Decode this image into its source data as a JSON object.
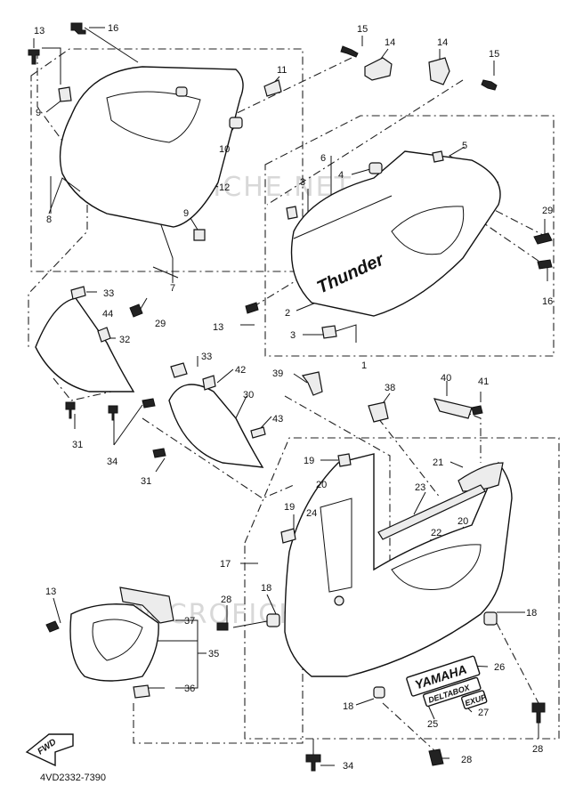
{
  "diagram": {
    "drawing_code": "4VD2332-7390",
    "fwd_label": "FWD",
    "watermark": "MICROFICHE.NET",
    "decals": {
      "yamaha": "YAMAHA",
      "deltabox": "DELTABOX",
      "exup": "EXUP",
      "thunder": "Thunder"
    },
    "callouts": [
      {
        "id": "c13a",
        "text": "13"
      },
      {
        "id": "c16a",
        "text": "16"
      },
      {
        "id": "c15a",
        "text": "15"
      },
      {
        "id": "c14a",
        "text": "14"
      },
      {
        "id": "c14b",
        "text": "14"
      },
      {
        "id": "c15b",
        "text": "15"
      },
      {
        "id": "c11",
        "text": "11"
      },
      {
        "id": "c9a",
        "text": "9"
      },
      {
        "id": "c10",
        "text": "10"
      },
      {
        "id": "c12",
        "text": "12"
      },
      {
        "id": "c9b",
        "text": "9"
      },
      {
        "id": "c8",
        "text": "8"
      },
      {
        "id": "c7",
        "text": "7"
      },
      {
        "id": "c5",
        "text": "5"
      },
      {
        "id": "c6",
        "text": "6"
      },
      {
        "id": "c4",
        "text": "4"
      },
      {
        "id": "c3a",
        "text": "3"
      },
      {
        "id": "c29a",
        "text": "29"
      },
      {
        "id": "c16b",
        "text": "16"
      },
      {
        "id": "c2",
        "text": "2"
      },
      {
        "id": "c13b",
        "text": "13"
      },
      {
        "id": "c3b",
        "text": "3"
      },
      {
        "id": "c1",
        "text": "1"
      },
      {
        "id": "c33a",
        "text": "33"
      },
      {
        "id": "c44",
        "text": "44"
      },
      {
        "id": "c29b",
        "text": "29"
      },
      {
        "id": "c32",
        "text": "32"
      },
      {
        "id": "c31a",
        "text": "31"
      },
      {
        "id": "c34a",
        "text": "34"
      },
      {
        "id": "c33b",
        "text": "33"
      },
      {
        "id": "c42",
        "text": "42"
      },
      {
        "id": "c30",
        "text": "30"
      },
      {
        "id": "c43",
        "text": "43"
      },
      {
        "id": "c31b",
        "text": "31"
      },
      {
        "id": "c39",
        "text": "39"
      },
      {
        "id": "c38",
        "text": "38"
      },
      {
        "id": "c40",
        "text": "40"
      },
      {
        "id": "c41",
        "text": "41"
      },
      {
        "id": "c19a",
        "text": "19"
      },
      {
        "id": "c20a",
        "text": "20"
      },
      {
        "id": "c21",
        "text": "21"
      },
      {
        "id": "c23",
        "text": "23"
      },
      {
        "id": "c19b",
        "text": "19"
      },
      {
        "id": "c24",
        "text": "24"
      },
      {
        "id": "c22",
        "text": "22"
      },
      {
        "id": "c20b",
        "text": "20"
      },
      {
        "id": "c17",
        "text": "17"
      },
      {
        "id": "c18a",
        "text": "18"
      },
      {
        "id": "c13c",
        "text": "13"
      },
      {
        "id": "c28a",
        "text": "28"
      },
      {
        "id": "c18b",
        "text": "18"
      },
      {
        "id": "c37",
        "text": "37"
      },
      {
        "id": "c35",
        "text": "35"
      },
      {
        "id": "c36",
        "text": "36"
      },
      {
        "id": "c26",
        "text": "26"
      },
      {
        "id": "c27",
        "text": "27"
      },
      {
        "id": "c18c",
        "text": "18"
      },
      {
        "id": "c25",
        "text": "25"
      },
      {
        "id": "c28b",
        "text": "28"
      },
      {
        "id": "c28c",
        "text": "28"
      },
      {
        "id": "c34b",
        "text": "34"
      }
    ]
  }
}
